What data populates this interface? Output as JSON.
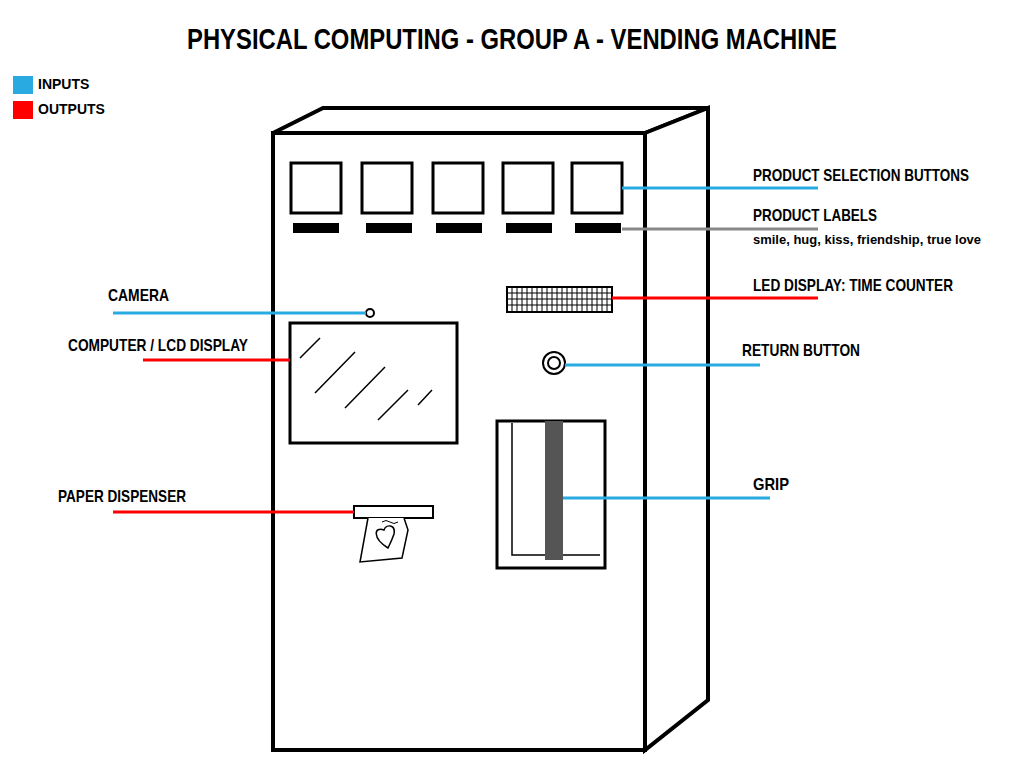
{
  "diagram": {
    "title": "PHYSICAL COMPUTING - GROUP A - VENDING MACHINE",
    "labels": [
      "PRODUCT SELECTION BUTTONS",
      "PRODUCT LABELS",
      "smile, hug, kiss, friendship, true love",
      "LED DISPLAY: TIME COUNTER",
      "RETURN BUTTON",
      "GRIP",
      "CAMERA",
      "COMPUTER / LCD DISPLAY",
      "PAPER DISPENSER"
    ],
    "legend": [
      {
        "text": "INPUTS",
        "color": "#29abe2"
      },
      {
        "text": "OUTPUTS",
        "color": "#ff0000"
      }
    ]
  }
}
